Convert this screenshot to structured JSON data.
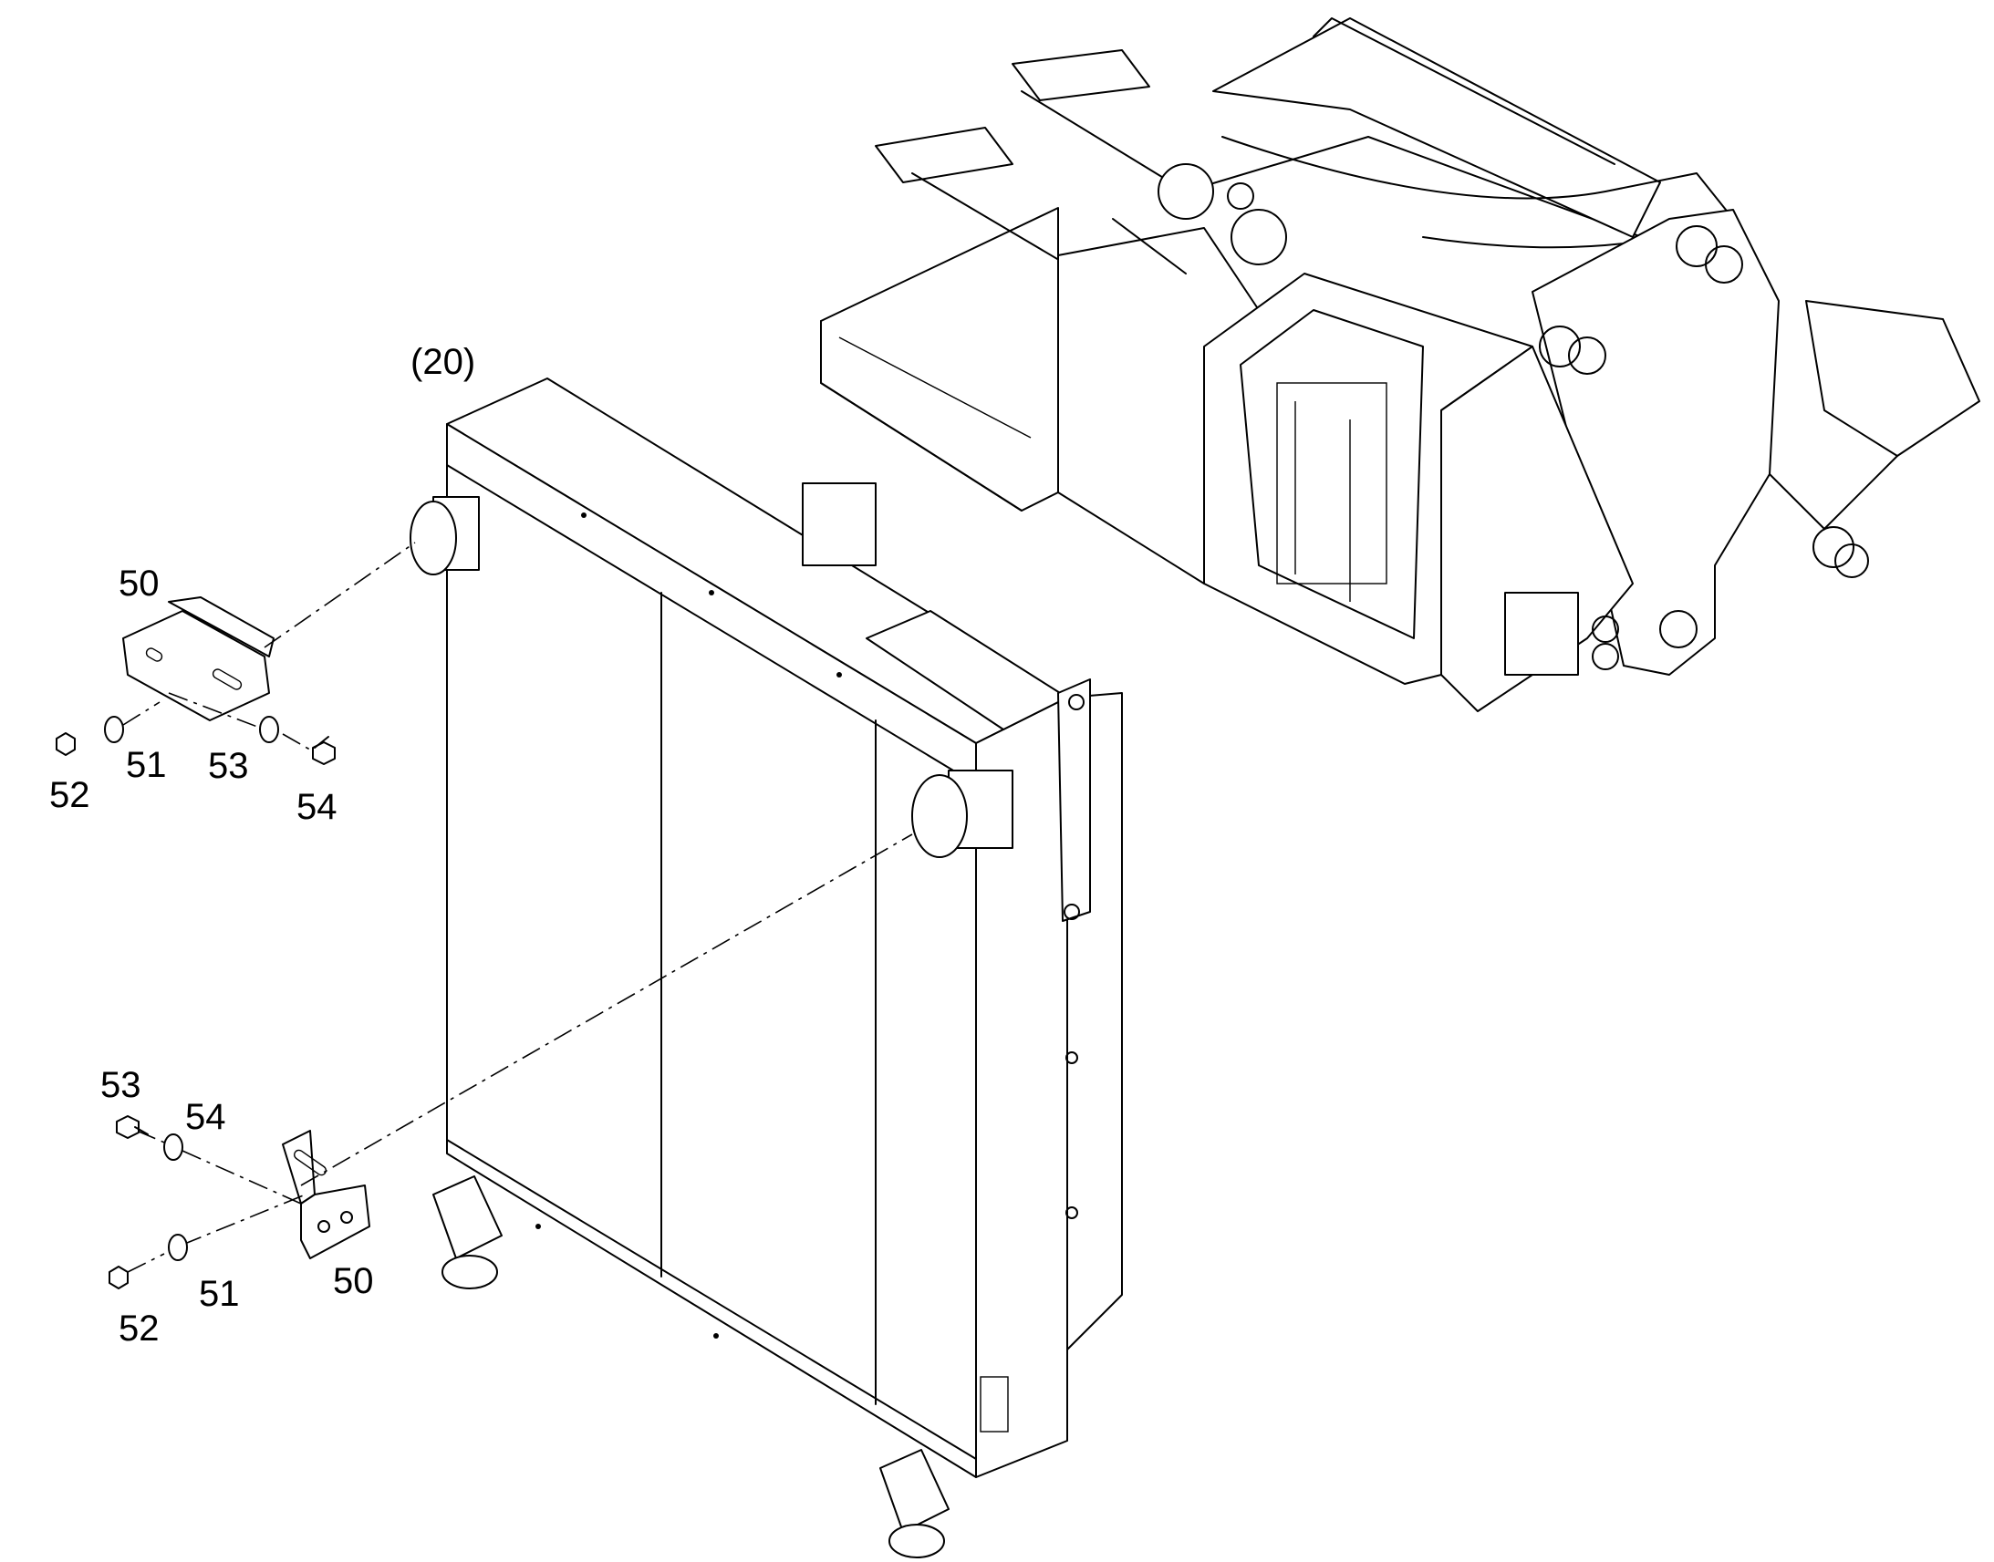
{
  "callouts": {
    "assembly": "(20)",
    "upper": {
      "bracket": "50",
      "washer": "51",
      "nut": "52",
      "washer_b": "53",
      "bolt": "54"
    },
    "lower": {
      "bolt": "53",
      "washer_b": "54",
      "bracket": "50",
      "washer": "51",
      "nut": "52"
    }
  }
}
